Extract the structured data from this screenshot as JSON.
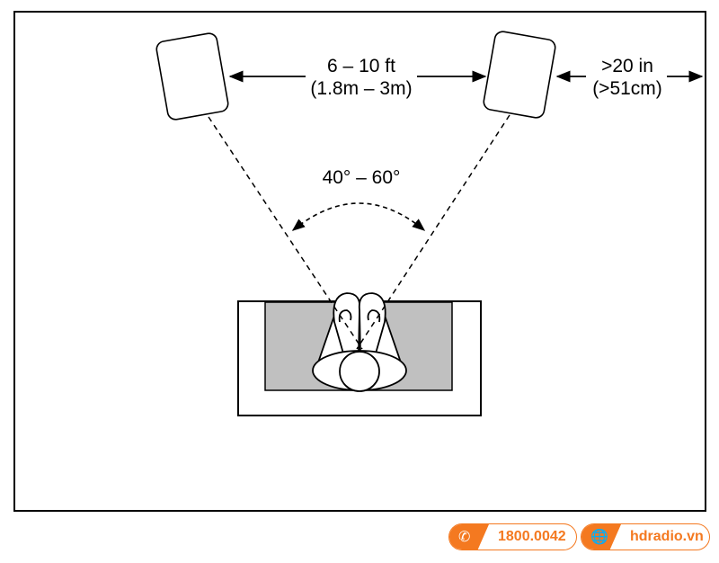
{
  "diagram": {
    "speaker_spacing": {
      "line1": "6 – 10 ft",
      "line2": "(1.8m – 3m)"
    },
    "wall_distance": {
      "line1": ">20 in",
      "line2": "(>51cm)"
    },
    "angle": "40° – 60°"
  },
  "footer": {
    "phone": {
      "icon": "phone-icon",
      "text": "1800.0042"
    },
    "website": {
      "icon": "globe-icon",
      "text": "hdradio.vn"
    },
    "accent_color": "#f47920"
  }
}
